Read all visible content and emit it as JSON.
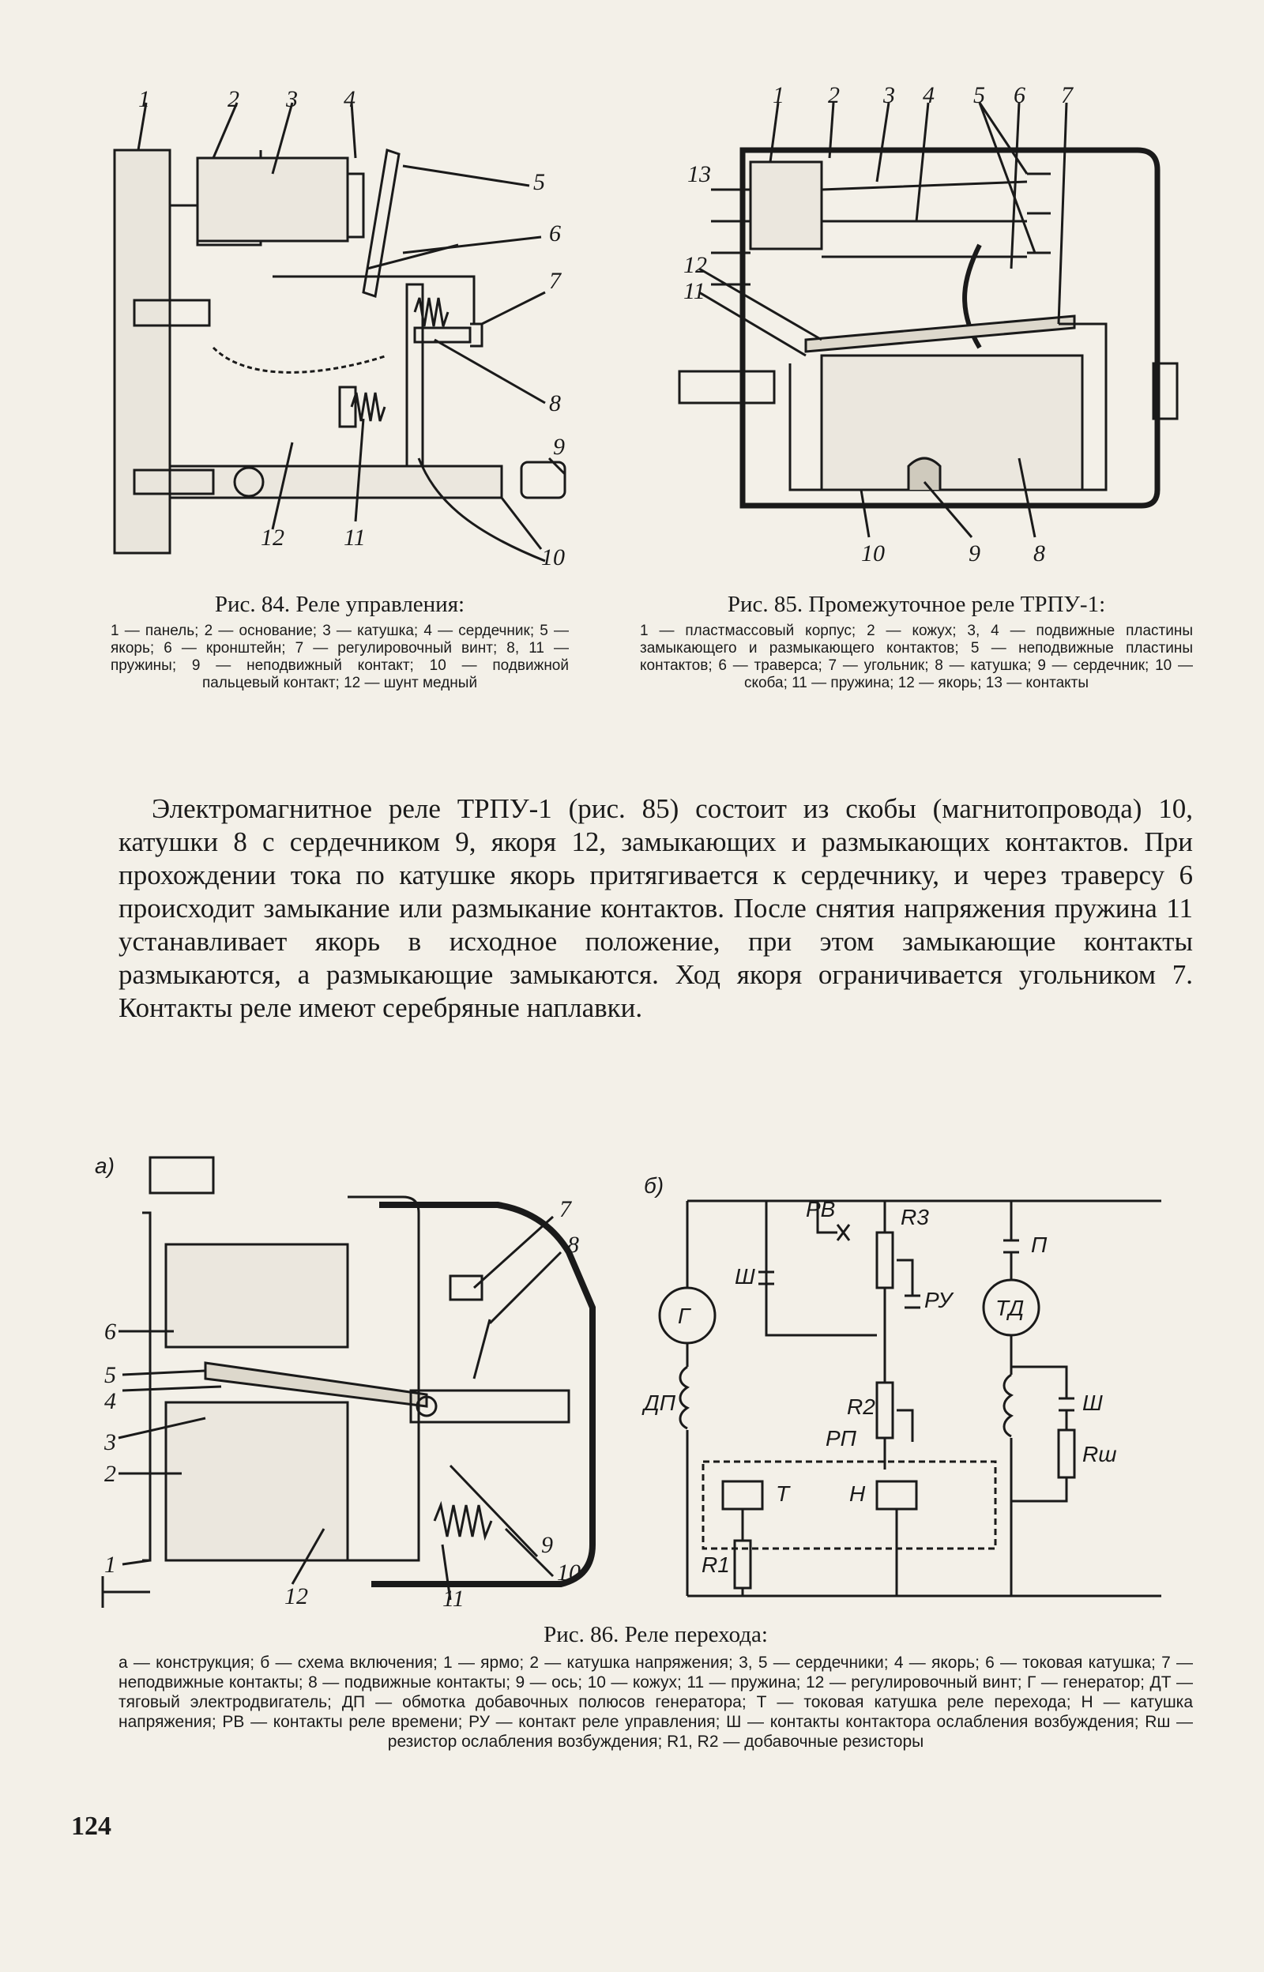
{
  "fig84": {
    "labels": [
      "1",
      "2",
      "3",
      "4",
      "5",
      "6",
      "7",
      "8",
      "9",
      "10",
      "11",
      "12"
    ],
    "title": "Рис. 84. Реле управления:",
    "legend": "1 — панель; 2 — основание; 3 — катушка; 4 — сердечник; 5 — якорь; 6 — кронштейн; 7 — регулировочный винт; 8, 11 — пружины; 9 — неподвижный контакт; 10 — подвижной пальцевый контакт; 12 — шунт медный"
  },
  "fig85": {
    "labels": [
      "1",
      "2",
      "3",
      "4",
      "5",
      "6",
      "7",
      "8",
      "9",
      "10",
      "11",
      "12",
      "13"
    ],
    "title": "Рис. 85. Промежуточное реле ТРПУ-1:",
    "legend": "1 — пластмассовый корпус; 2 — кожух; 3, 4 — подвижные пластины замыкающего и размыкающего контактов; 5 — неподвижные пластины контактов; 6 — траверса; 7 — угольник; 8 — катушка; 9 — сердечник; 10 — скоба; 11 — пружина; 12 — якорь; 13 — контакты"
  },
  "body_text": "Электромагнитное реле ТРПУ-1 (рис. 85) состоит из скобы (магнитопровода) 10, катушки 8 с сердечником 9, якоря 12, замыкающих и размыкающих контактов. При прохождении тока по катушке якорь притягивается к сердечнику, и через траверсу 6 происходит замыкание или размыкание контактов. После снятия напряжения пружина 11 устанавливает якорь в исходное положение, при этом замыкающие контакты размыкаются, а размыкающие замыкаются. Ход якоря ограничивается угольником 7. Контакты реле имеют серебряные наплавки.",
  "fig86": {
    "part_a": "а)",
    "part_b": "б)",
    "labels_a": [
      "1",
      "2",
      "3",
      "4",
      "5",
      "6",
      "7",
      "8",
      "9",
      "10",
      "11",
      "12"
    ],
    "schematic": {
      "G": "Г",
      "TD": "ТД",
      "DP": "ДП",
      "T": "Т",
      "N": "Н",
      "RV": "РВ",
      "RZ": "R3",
      "RU": "РУ",
      "SH": "Ш",
      "P": "П",
      "RP": "РП",
      "R1": "R1",
      "R2": "R2",
      "RSH": "Rш"
    },
    "title": "Рис. 86. Реле перехода:",
    "legend": "а — конструкция; б — схема включения; 1 — ярмо; 2 — катушка напряжения; 3, 5 — сердечники; 4 — якорь; 6 — токовая катушка; 7 — неподвижные контакты; 8 — подвижные контакты; 9 — ось; 10 — кожух; 11 — пружина; 12 — регулировочный винт; Г — генератор; ДТ — тяговый электродвигатель; ДП — обмотка добавочных полюсов генератора; Т — токовая катушка реле перехода; Н — катушка напряжения; РВ — контакты реле времени; РУ — контакт реле управления; Ш — контакты контактора ослабления возбуждения; Rш — резистор ослабления возбуждения; R1, R2 — добавочные резисторы"
  },
  "page_number": "124"
}
